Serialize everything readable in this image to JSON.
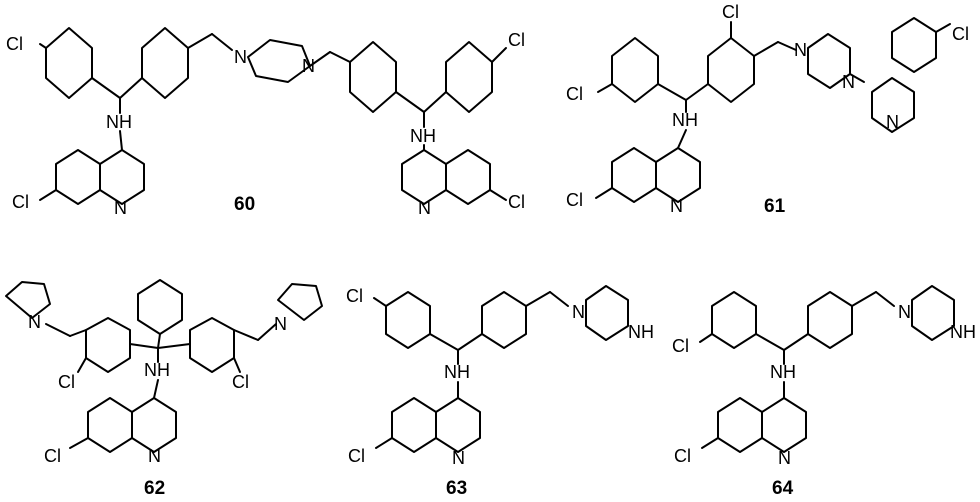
{
  "compounds": [
    {
      "id": "60",
      "atoms": {
        "cl_a": "Cl",
        "cl_b": "Cl",
        "cl_c": "Cl",
        "cl_d": "Cl",
        "nh_a": "NH",
        "nh_b": "NH",
        "n_pip_a": "N",
        "n_pip_b": "N",
        "n_q_a": "N",
        "n_q_b": "N"
      }
    },
    {
      "id": "61",
      "atoms": {
        "cl_a": "Cl",
        "cl_b": "Cl",
        "cl_c": "Cl",
        "cl_d": "Cl",
        "nh": "NH",
        "n_pip_a": "N",
        "n_pip_b": "N",
        "n_q_a": "N",
        "n_q_b": "N"
      }
    },
    {
      "id": "62",
      "atoms": {
        "n_pyr_a": "N",
        "n_pyr_b": "N",
        "cl_a": "Cl",
        "cl_b": "Cl",
        "cl_c": "Cl",
        "nh": "NH",
        "n_q": "N"
      }
    },
    {
      "id": "63",
      "atoms": {
        "cl_a": "Cl",
        "cl_b": "Cl",
        "n_pip": "N",
        "nh_pip": "NH",
        "nh": "NH",
        "n_q": "N"
      }
    },
    {
      "id": "64",
      "atoms": {
        "cl_a": "Cl",
        "cl_b": "Cl",
        "n_pip": "N",
        "nh_pip": "NH",
        "nh": "NH",
        "n_q": "N"
      }
    }
  ]
}
